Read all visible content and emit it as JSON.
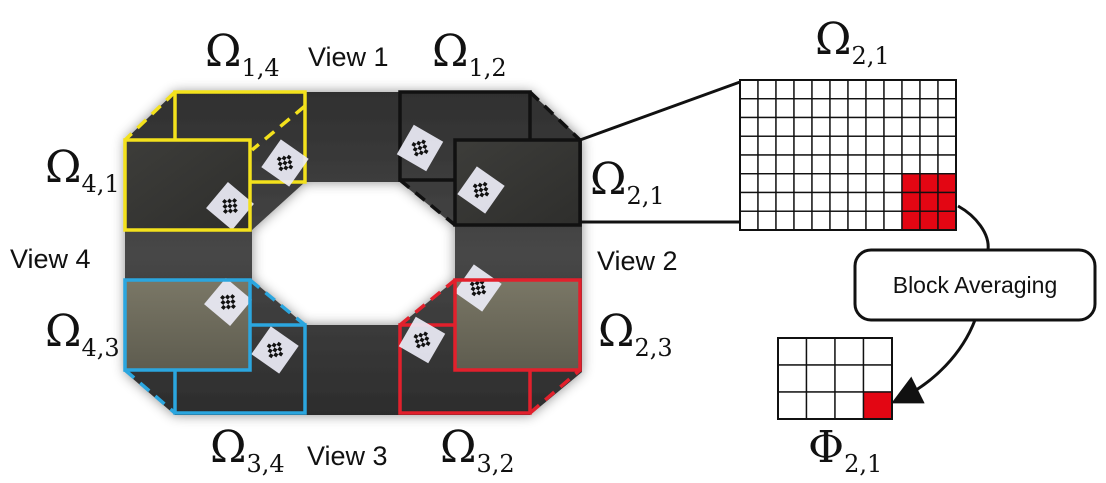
{
  "views": {
    "view_1": "View 1",
    "view_2": "View 2",
    "view_3": "View 3",
    "view_4": "View 4"
  },
  "regions": {
    "omega_1_4": {
      "symbol": "Ω",
      "sub": "1,4"
    },
    "omega_1_2": {
      "symbol": "Ω",
      "sub": "1,2"
    },
    "omega_4_1": {
      "symbol": "Ω",
      "sub": "4,1"
    },
    "omega_2_1": {
      "symbol": "Ω",
      "sub": "2,1"
    },
    "omega_4_3": {
      "symbol": "Ω",
      "sub": "4,3"
    },
    "omega_2_3": {
      "symbol": "Ω",
      "sub": "2,3"
    },
    "omega_3_4": {
      "symbol": "Ω",
      "sub": "3,4"
    },
    "omega_3_2": {
      "symbol": "Ω",
      "sub": "3,2"
    }
  },
  "zoom_panel": {
    "title": {
      "symbol": "Ω",
      "sub": "2,1"
    },
    "grid": {
      "cols": 12,
      "rows": 8,
      "highlight_cols": 3,
      "highlight_rows": 3
    }
  },
  "operation": {
    "label": "Block Averaging"
  },
  "result_panel": {
    "title": {
      "symbol": "Φ",
      "sub": "2,1"
    },
    "grid": {
      "cols": 4,
      "rows": 3,
      "highlight_cols": 1,
      "highlight_rows": 1
    }
  },
  "colors": {
    "yellow_box": "#f3e11c",
    "black_box": "#111111",
    "red_box": "#e2202c",
    "blue_box": "#2ba6df",
    "highlight": "#e30613"
  }
}
